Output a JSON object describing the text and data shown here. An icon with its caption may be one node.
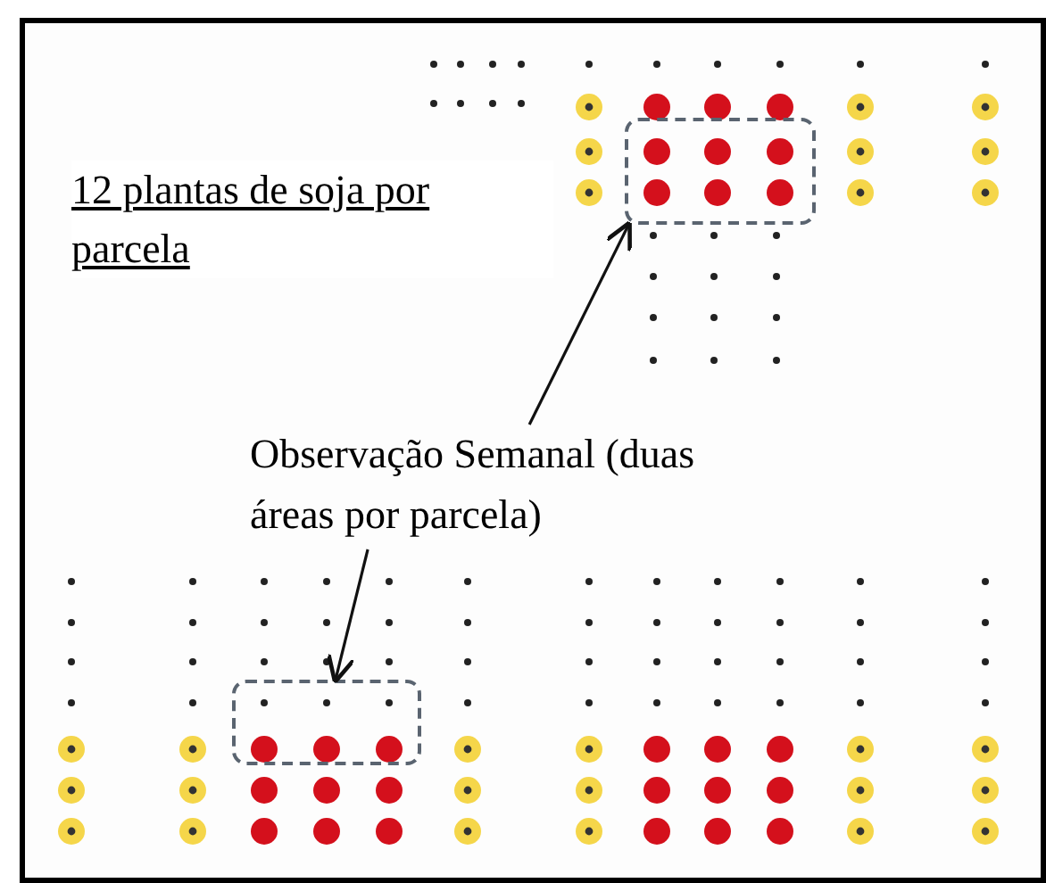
{
  "diagram": {
    "nodes": [
      {
        "text": [],
        "shape": "box"
      },
      {
        "text": [
          "Observação Semanal (duas áreas por parcela)"
        ]
      },
      {
        "text": [],
        "shape": "box"
      }
    ],
    "edges": [
      {
        "from": 1,
        "to": 0,
        "arrow": "to"
      },
      {
        "from": 1,
        "to": 2,
        "arrow": "to"
      }
    ],
    "labels": [
      "12 plantas de soja por parcela"
    ]
  }
}
